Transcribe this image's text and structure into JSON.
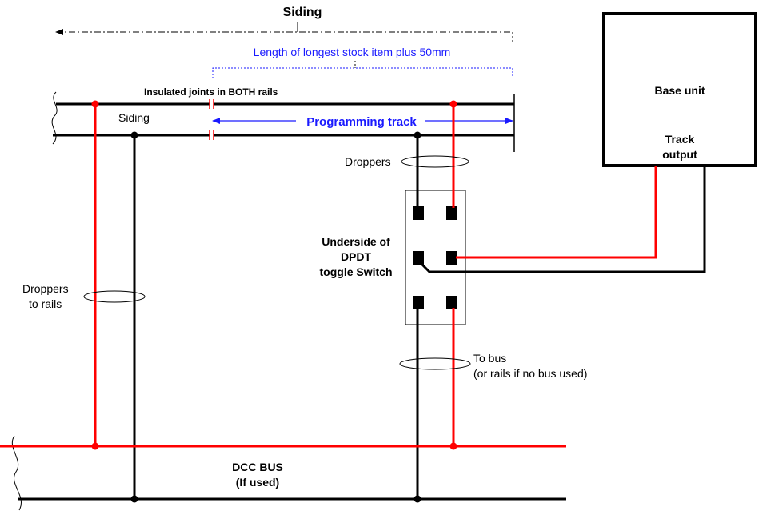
{
  "labels": {
    "siding_title": "Siding",
    "length_note": "Length of longest stock item plus 50mm",
    "insulated_joints": "Insulated joints in BOTH rails",
    "siding_track": "Siding",
    "programming_track": "Programming track",
    "droppers": "Droppers",
    "switch_line1": "Underside of",
    "switch_line2": "DPDT",
    "switch_line3": "toggle Switch",
    "droppers_to_rails_1": "Droppers",
    "droppers_to_rails_2": "to rails",
    "to_bus_1": "To bus",
    "to_bus_2": "(or rails if no bus used)",
    "dcc_bus_1": "DCC BUS",
    "dcc_bus_2": "(If used)",
    "base_unit": "Base unit",
    "track_output_1": "Track",
    "track_output_2": "output"
  },
  "colors": {
    "red_wire": "#ff0000",
    "black_wire": "#000000",
    "blue_annotation": "#1a1aff",
    "insulated_joint": "#ff0000"
  }
}
